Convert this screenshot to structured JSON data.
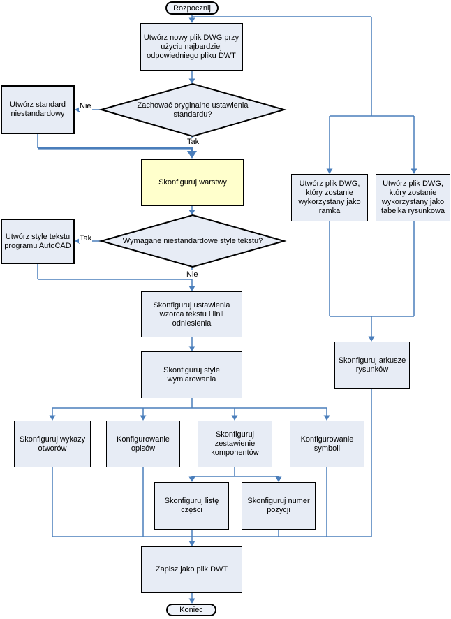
{
  "colors": {
    "node_fill": "#e7ecf5",
    "highlight_fill": "#ffffcc",
    "oval_fill": "#eef2f9",
    "connector_blue": "#4a7ebb",
    "border_black": "#000000"
  },
  "labels": {
    "yes": "Tak",
    "no": "Nie"
  },
  "nodes": {
    "start": "Rozpocznij",
    "create_new_dwg": "Utwórz nowy plik DWG przy użyciu najbardziej odpowiedniego pliku DWT",
    "decision_keep_standard": "Zachować oryginalne ustawienia standardu?",
    "create_custom_standard": "Utwórz standard niestandardowy",
    "configure_layers": "Skonfiguruj warstwy",
    "decision_custom_text_styles": "Wymagane niestandardowe style tekstu?",
    "create_autocad_text_styles": "Utwórz style tekstu programu AutoCAD",
    "configure_text_pattern": "Skonfiguruj ustawienia wzorca tekstu i linii odniesienia",
    "configure_dimension_styles": "Skonfiguruj style wymiarowania",
    "configure_hole_charts": "Skonfiguruj wykazy otworów",
    "configure_notes": "Konfigurowanie opisów",
    "configure_component_list": "Skonfiguruj zestawienie komponentów",
    "configure_symbols": "Konfigurowanie symboli",
    "configure_parts_list": "Skonfiguruj listę części",
    "configure_item_number": "Skonfiguruj numer pozycji",
    "save_dwt": "Zapisz jako plik DWT",
    "end": "Koniec",
    "create_dwg_frame": "Utwórz plik DWG, który zostanie wykorzystany jako ramka",
    "create_dwg_title_block": "Utwórz plik DWG, który zostanie wykorzystany jako tabelka rysunkowa",
    "configure_drawing_sheets": "Skonfiguruj arkusze rysunków"
  }
}
